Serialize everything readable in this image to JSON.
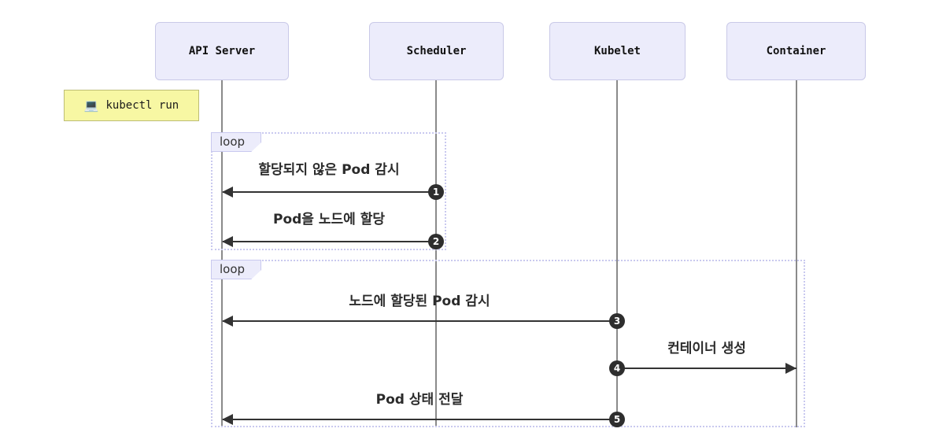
{
  "diagram_type": "sequence",
  "actors": [
    {
      "label": "API Server"
    },
    {
      "label": "Scheduler"
    },
    {
      "label": "Kubelet"
    },
    {
      "label": "Container"
    }
  ],
  "note": {
    "icon": "💻",
    "label": "kubectl run",
    "attached_to": "API Server"
  },
  "loops": [
    {
      "label": "loop",
      "covers": [
        "API Server",
        "Scheduler"
      ]
    },
    {
      "label": "loop",
      "covers": [
        "API Server",
        "Scheduler",
        "Kubelet",
        "Container"
      ]
    }
  ],
  "messages": [
    {
      "seq": "1",
      "label": "할당되지 않은 Pod 감시",
      "from": "Scheduler",
      "to": "API Server",
      "loop": 1
    },
    {
      "seq": "2",
      "label": "Pod을 노드에 할당",
      "from": "Scheduler",
      "to": "API Server",
      "loop": 1
    },
    {
      "seq": "3",
      "label": "노드에 할당된 Pod 감시",
      "from": "Kubelet",
      "to": "API Server",
      "loop": 2
    },
    {
      "seq": "4",
      "label": "컨테이너 생성",
      "from": "Kubelet",
      "to": "Container",
      "loop": 2
    },
    {
      "seq": "5",
      "label": "Pod 상태 전달",
      "from": "Kubelet",
      "to": "API Server",
      "loop": 2
    }
  ],
  "colors": {
    "actor_fill": "#ececfb",
    "actor_border": "#c9c9e8",
    "note_fill": "#f7f7a3",
    "note_border": "#bdbd75",
    "loop_border": "#c9c9ef",
    "loop_label_fill": "#ececfb",
    "lifeline": "#8a8a8a",
    "arrow": "#333333",
    "badge_fill": "#2e2e2e",
    "badge_text": "#ffffff",
    "background": "#ffffff"
  }
}
